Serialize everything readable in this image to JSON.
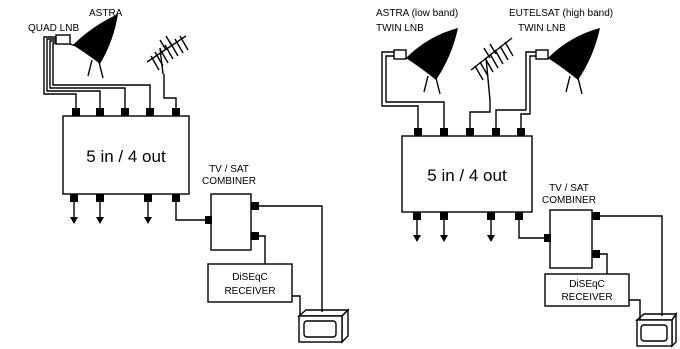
{
  "left": {
    "quad_lnb": "QUAD LNB",
    "astra": "ASTRA",
    "switch": "5 in / 4 out",
    "combiner_line1": "TV / SAT",
    "combiner_line2": "COMBINER",
    "receiver_line1": "DiSEqC",
    "receiver_line2": "RECEIVER"
  },
  "right": {
    "astra_low": "ASTRA (low band)",
    "eutelsat_high": "EUTELSAT (high band)",
    "twin_lnb_1": "TWIN LNB",
    "twin_lnb_2": "TWIN LNB",
    "switch": "5 in / 4 out",
    "combiner_line1": "TV / SAT",
    "combiner_line2": "COMBINER",
    "receiver_line1": "DiSEqC",
    "receiver_line2": "RECEIVER"
  }
}
